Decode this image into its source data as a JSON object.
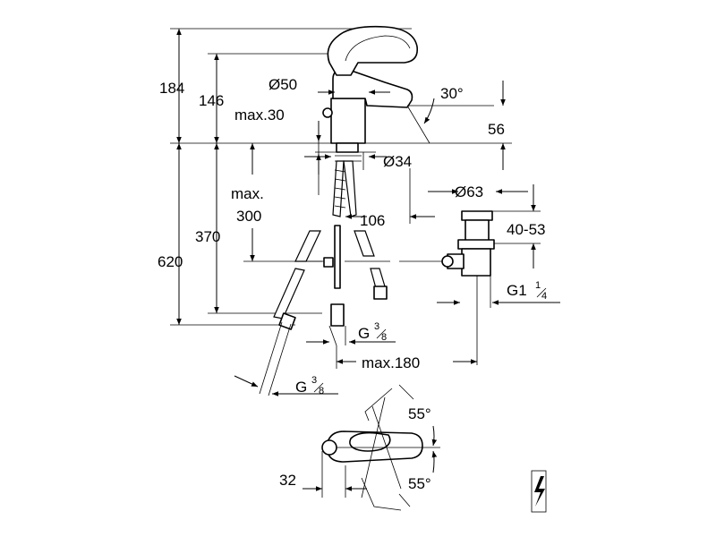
{
  "labels": {
    "height_total": "184",
    "height_spout": "146",
    "body_diameter": "Ø50",
    "max_plate": "max.30",
    "spout_angle": "30°",
    "spout_height": "56",
    "shank_diameter": "Ø34",
    "max_300_line1": "max.",
    "max_300_line2": "300",
    "drop_370": "370",
    "drop_620": "620",
    "offset_106": "106",
    "waste_diameter": "Ø63",
    "waste_range": "40-53",
    "waste_thread": "G1",
    "waste_thread_num": "1",
    "waste_thread_den": "4",
    "hose_thread_1": "G",
    "hose_thread_1_num": "3",
    "hose_thread_1_den": "8",
    "max_180": "max.180",
    "hose_thread_2": "G",
    "hose_thread_2_num": "3",
    "hose_thread_2_den": "8",
    "lever_angle_top": "55°",
    "lever_angle_bottom": "55°",
    "lever_offset": "32"
  },
  "icons": {
    "electric_symbol": "lightning-bolt-icon"
  }
}
